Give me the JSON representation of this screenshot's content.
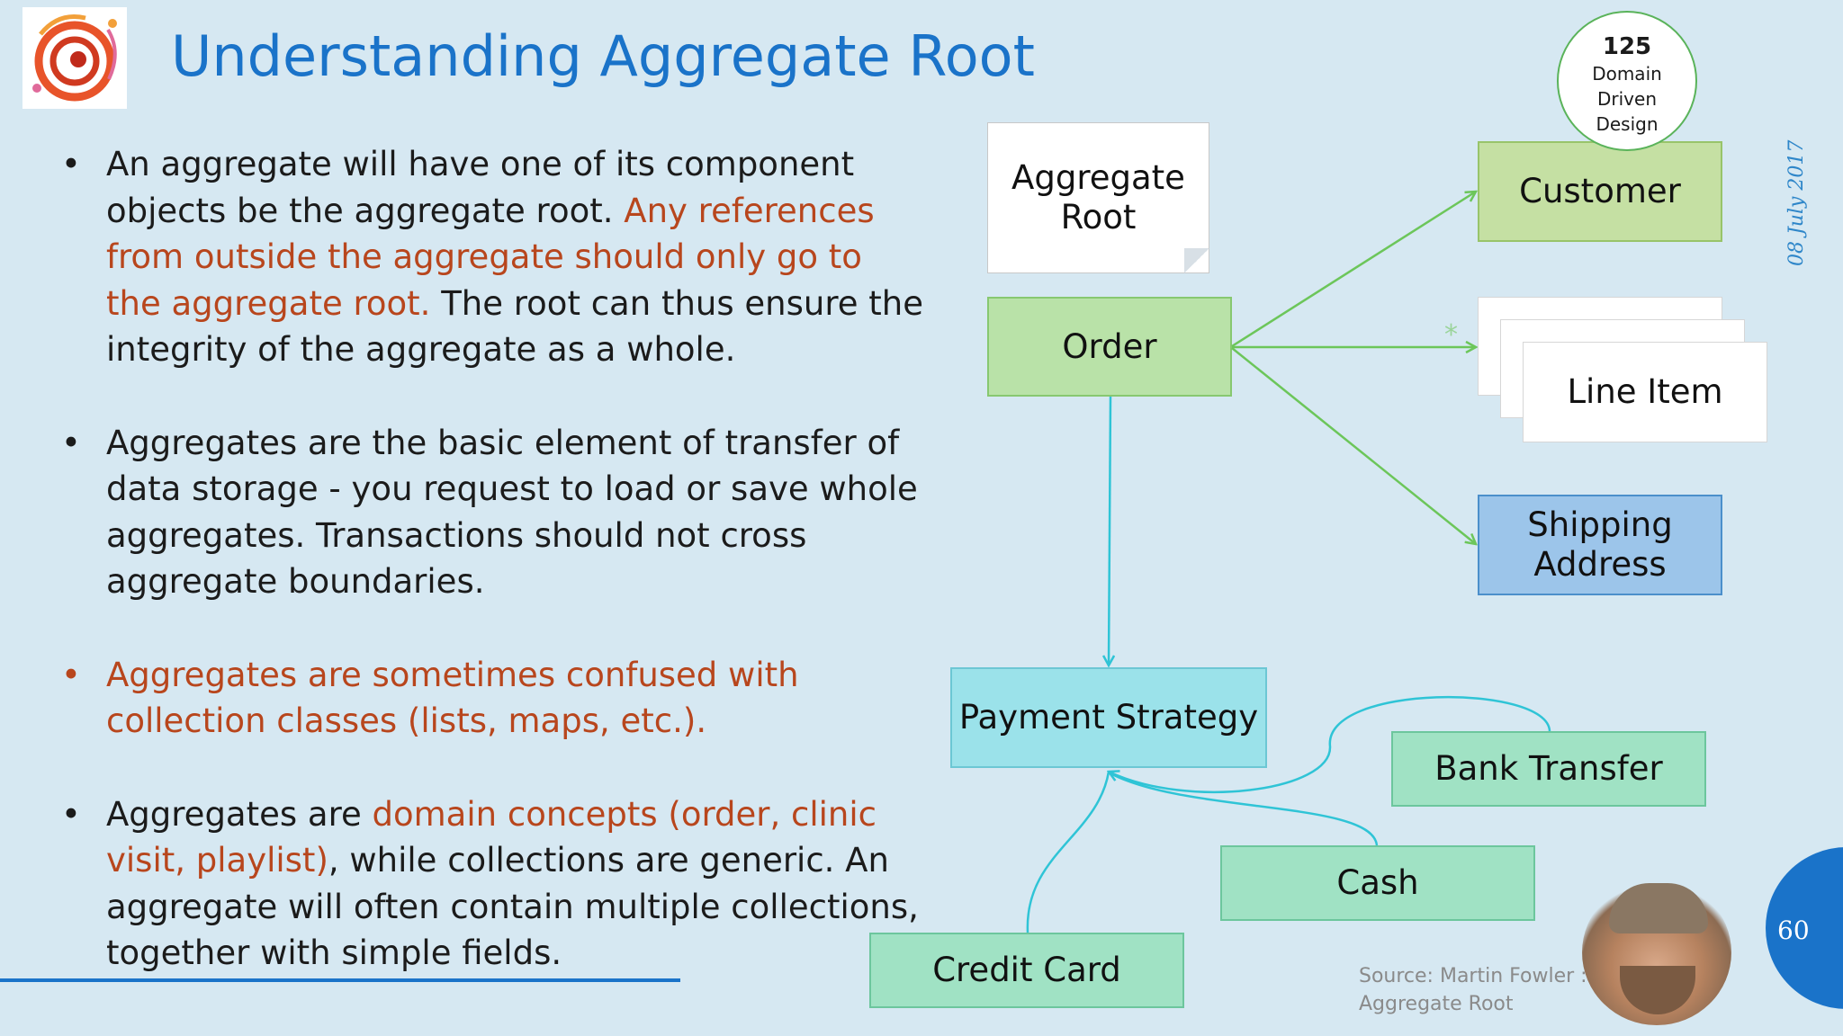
{
  "title": "Understanding Aggregate Root",
  "badge": {
    "number": "125",
    "line1": "Domain",
    "line2": "Driven",
    "line3": "Design"
  },
  "date": "08 July 2017",
  "page_number": "60",
  "source": {
    "line1": "Source: Martin Fowler :",
    "line2": "Aggregate Root"
  },
  "bullet_symbol": "•",
  "bullets": [
    {
      "text1": "An aggregate will have one of its component objects be the aggregate root. ",
      "highlight": "Any references from outside the aggregate should only go to the aggregate root.",
      "text2": " The root can thus ensure the integrity of the aggregate as a whole."
    },
    {
      "text": "Aggregates are the basic element of transfer of data storage - you request to load or save whole aggregates. Transactions should not cross aggregate boundaries."
    },
    {
      "text": "Aggregates are sometimes confused with collection classes (lists, maps, etc.)."
    },
    {
      "text1": "Aggregates are ",
      "highlight": "domain concepts (order, clinic visit, playlist)",
      "text2": ", while collections are generic. An aggregate will often contain multiple collections, together with simple fields."
    }
  ],
  "diagram": {
    "note_label": "Aggregate Root",
    "order": "Order",
    "customer": "Customer",
    "line_item": "Line Item",
    "multiplicity": "*",
    "shipping_address": "Shipping Address",
    "payment_strategy": "Payment Strategy",
    "bank_transfer": "Bank Transfer",
    "cash": "Cash",
    "credit_card": "Credit Card"
  },
  "colors": {
    "title": "#1a73c9",
    "highlight": "#b8461d",
    "background": "#d6e8f2",
    "green_arrow": "#6cc65a",
    "cyan_arrow": "#2fc4d6"
  }
}
